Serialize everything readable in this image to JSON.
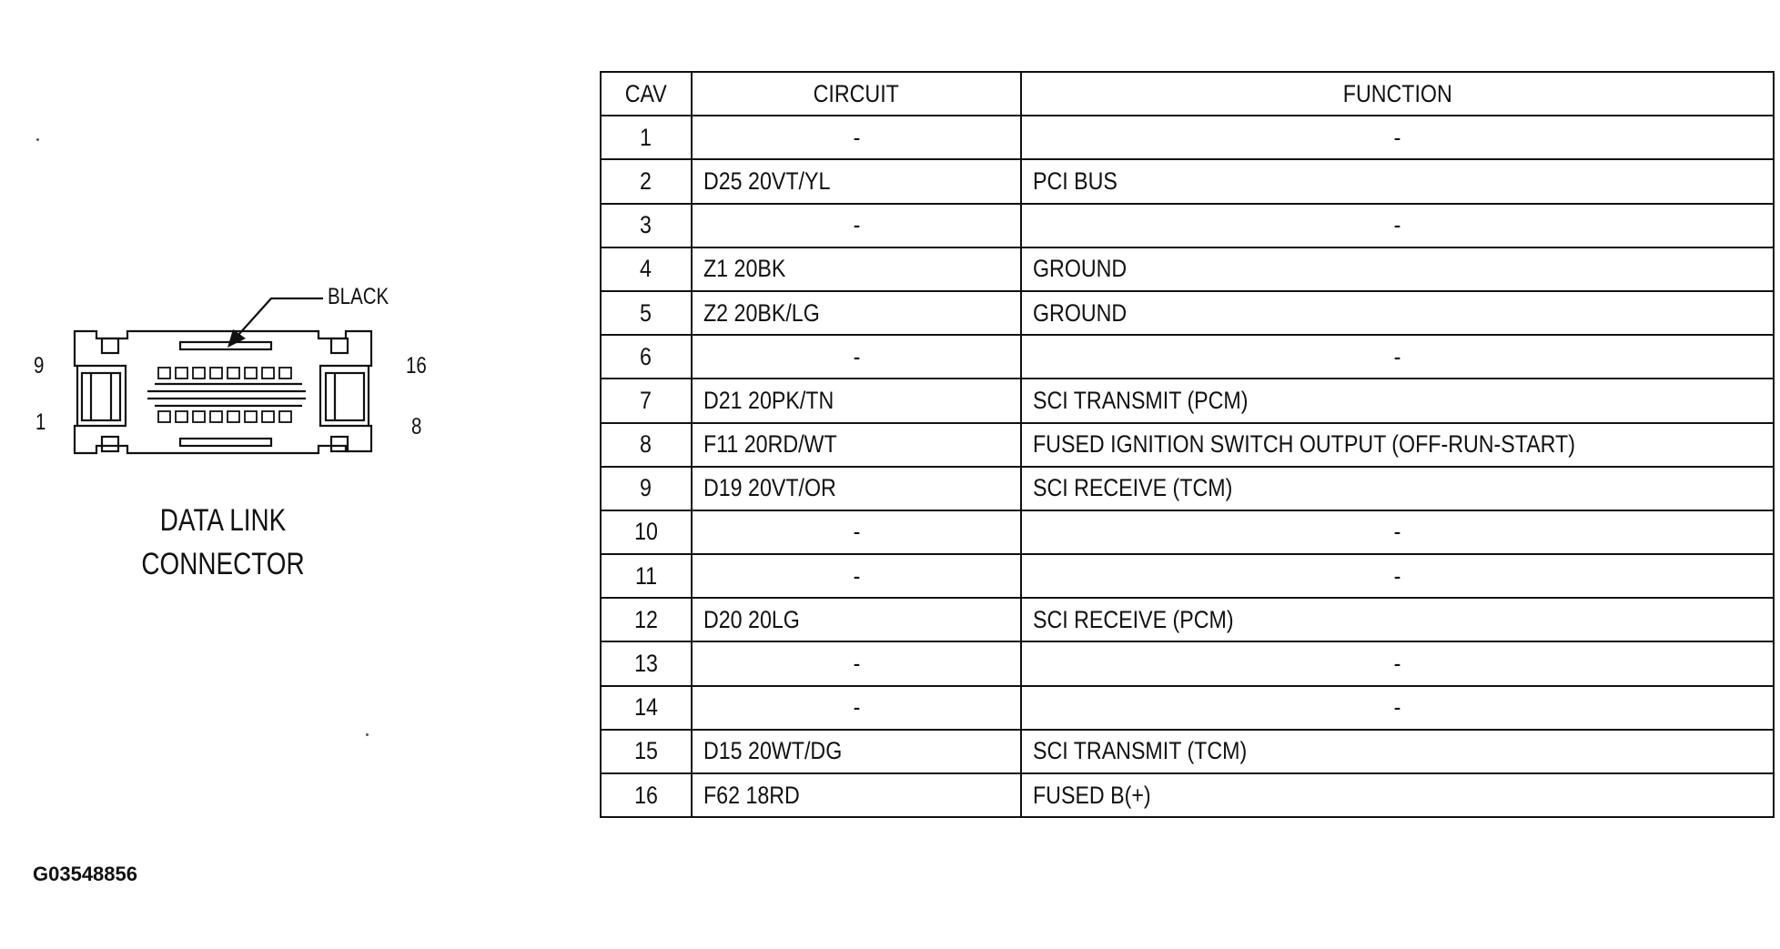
{
  "connector": {
    "name_line1": "DATA LINK",
    "name_line2": "CONNECTOR",
    "color_callout": "BLACK",
    "pin_labels": {
      "top_left": "9",
      "bottom_left": "1",
      "top_right": "16",
      "bottom_right": "8"
    }
  },
  "figure_id": "G03548856",
  "table": {
    "headers": [
      "CAV",
      "CIRCUIT",
      "FUNCTION"
    ],
    "rows": [
      {
        "cav": "1",
        "circuit": "-",
        "function": "-"
      },
      {
        "cav": "2",
        "circuit": "D25 20VT/YL",
        "function": "PCI BUS"
      },
      {
        "cav": "3",
        "circuit": "-",
        "function": "-"
      },
      {
        "cav": "4",
        "circuit": "Z1 20BK",
        "function": "GROUND"
      },
      {
        "cav": "5",
        "circuit": "Z2 20BK/LG",
        "function": "GROUND"
      },
      {
        "cav": "6",
        "circuit": "-",
        "function": "-"
      },
      {
        "cav": "7",
        "circuit": "D21 20PK/TN",
        "function": "SCI TRANSMIT (PCM)"
      },
      {
        "cav": "8",
        "circuit": "F11 20RD/WT",
        "function": "FUSED IGNITION SWITCH OUTPUT (OFF-RUN-START)"
      },
      {
        "cav": "9",
        "circuit": "D19 20VT/OR",
        "function": "SCI RECEIVE (TCM)"
      },
      {
        "cav": "10",
        "circuit": "-",
        "function": "-"
      },
      {
        "cav": "11",
        "circuit": "-",
        "function": "-"
      },
      {
        "cav": "12",
        "circuit": "D20 20LG",
        "function": "SCI RECEIVE (PCM)"
      },
      {
        "cav": "13",
        "circuit": "-",
        "function": "-"
      },
      {
        "cav": "14",
        "circuit": "-",
        "function": "-"
      },
      {
        "cav": "15",
        "circuit": "D15 20WT/DG",
        "function": "SCI TRANSMIT (TCM)"
      },
      {
        "cav": "16",
        "circuit": "F62 18RD",
        "function": "FUSED B(+)"
      }
    ]
  }
}
